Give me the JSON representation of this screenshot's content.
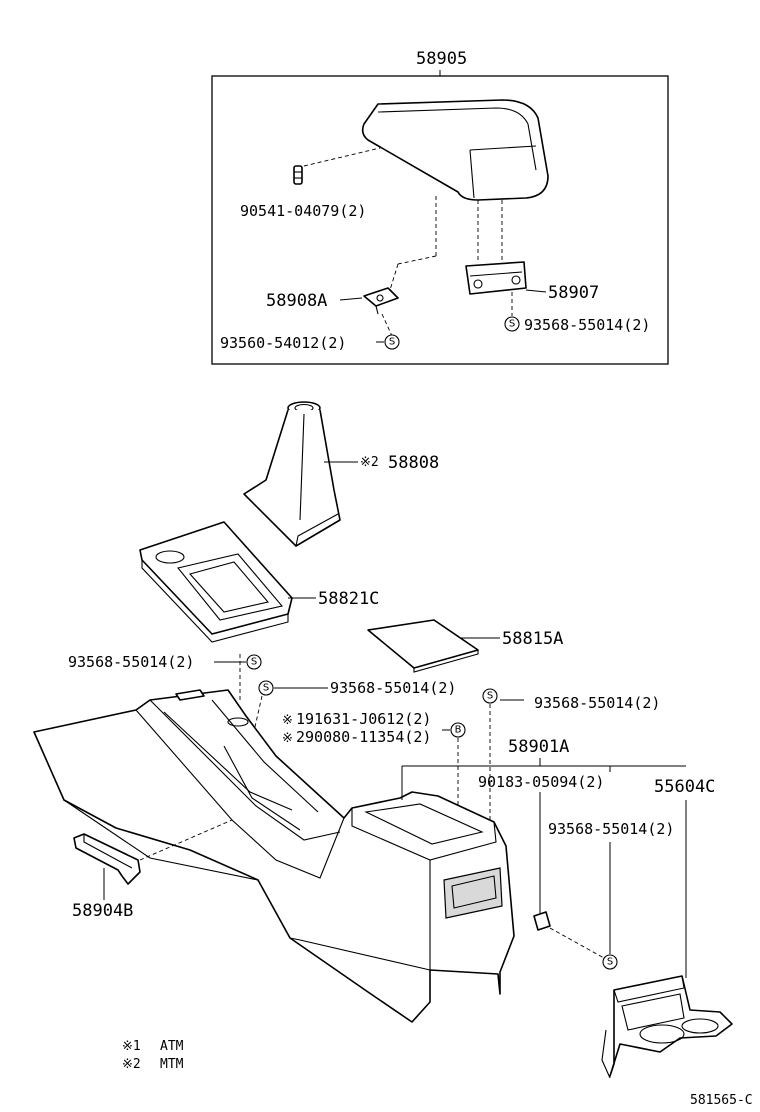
{
  "parts": {
    "armrest_group": "58905",
    "pin_90541": "90541-04079(2)",
    "bracket_58908a": "58908A",
    "hinge_58907": "58907",
    "screw_93560": "93560-54012(2)",
    "screw_93568_hinge": "93568-55014(2)",
    "boot_58808": "58808",
    "boot_mark": "※2",
    "panel_58821c": "58821C",
    "pad_58815a": "58815A",
    "screw_93568_left": "93568-55014(2)",
    "screw_93568_mid": "93568-55014(2)",
    "screw_93568_right": "93568-55014(2)",
    "clip_91631": "191631-J0612(2)",
    "clip_91631_mark": "※",
    "clip_90080": "290080-11354(2)",
    "clip_90080_mark": "※",
    "console_58901a": "58901A",
    "screw_90183": "90183-05094(2)",
    "cupholder_55604c": "55604C",
    "screw_93568_cup": "93568-55014(2)",
    "cover_58904b": "58904B"
  },
  "symbols": {
    "screw": "S",
    "bolt": "B"
  },
  "legend": [
    {
      "mark": "※1",
      "text": "ATM"
    },
    {
      "mark": "※2",
      "text": "MTM"
    }
  ],
  "figure_code": "581565-C"
}
